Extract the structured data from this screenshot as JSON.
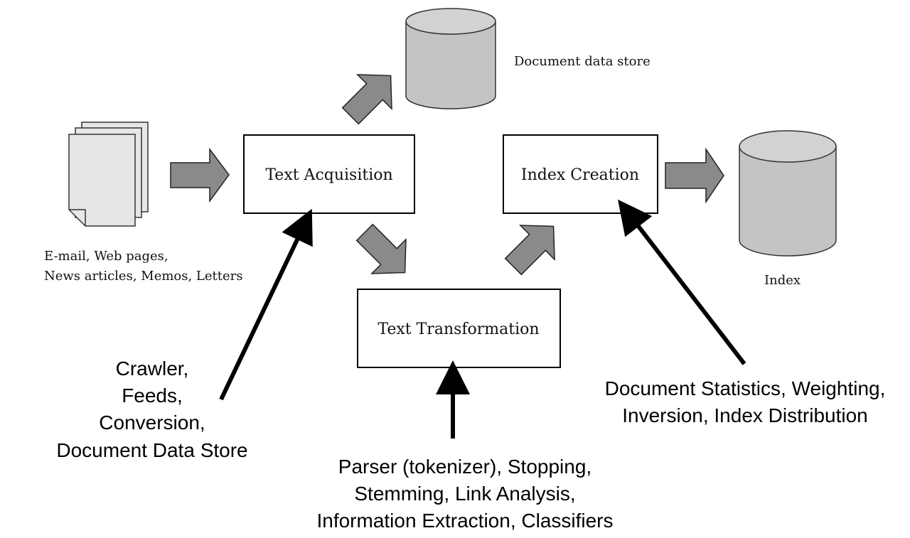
{
  "colors": {
    "background": "#ffffff",
    "box_fill": "#ffffff",
    "box_stroke": "#000000",
    "block_arrow_fill": "#8a8a8a",
    "cylinder_fill": "#c4c4c4",
    "cylinder_top": "#d2d2d2",
    "document_fill": "#e6e6e6",
    "pointer_arrow": "#000000"
  },
  "nodes": {
    "text_acquisition": "Text Acquisition",
    "index_creation": "Index Creation",
    "text_transformation": "Text Transformation"
  },
  "stores": {
    "document_data_store": "Document data store",
    "index": "Index"
  },
  "sources": {
    "line1": "E-mail, Web pages,",
    "line2": "News articles, Memos, Letters"
  },
  "annotations": {
    "acquisition": [
      "Crawler,",
      "Feeds,",
      "Conversion,",
      "Document Data Store"
    ],
    "transformation": [
      "Parser (tokenizer), Stopping,",
      "Stemming, Link Analysis,",
      "Information Extraction, Classifiers"
    ],
    "index_creation": [
      "Document Statistics, Weighting,",
      "Inversion, Index Distribution"
    ]
  },
  "icons": {
    "documents": "stacked-documents-icon",
    "document_store": "database-cylinder-icon",
    "index_store": "database-cylinder-icon"
  }
}
